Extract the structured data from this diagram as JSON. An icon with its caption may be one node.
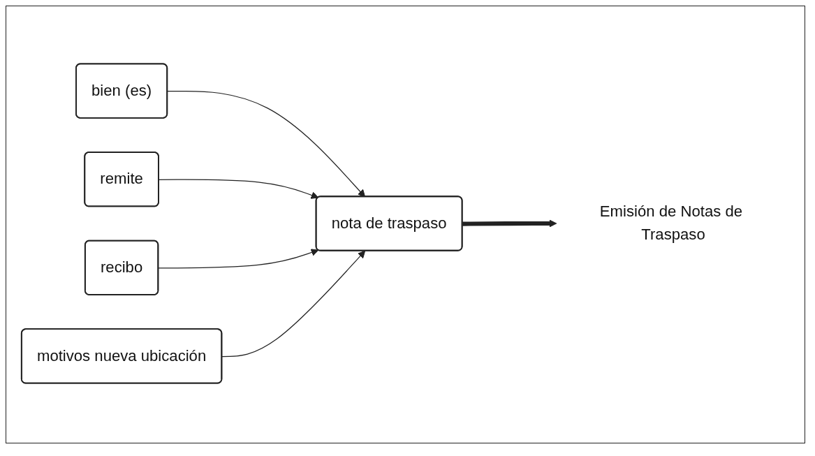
{
  "diagram": {
    "nodes": [
      {
        "text": [
          "bien (es)"
        ]
      },
      {
        "text": [
          "remite"
        ]
      },
      {
        "text": [
          "recibo"
        ]
      },
      {
        "text": [
          "motivos nueva ubicación"
        ]
      },
      {
        "text": [
          "nota de traspaso"
        ]
      },
      {
        "text": [
          "Emisión de Notas de Traspaso"
        ]
      }
    ],
    "edges": [
      {
        "from": 0,
        "to": 4,
        "arrow": "to"
      },
      {
        "from": 1,
        "to": 4,
        "arrow": "to"
      },
      {
        "from": 2,
        "to": 4,
        "arrow": "to"
      },
      {
        "from": 3,
        "to": 4,
        "arrow": "to"
      },
      {
        "from": 4,
        "to": 5,
        "arrow": "to",
        "style": "thick"
      }
    ]
  }
}
